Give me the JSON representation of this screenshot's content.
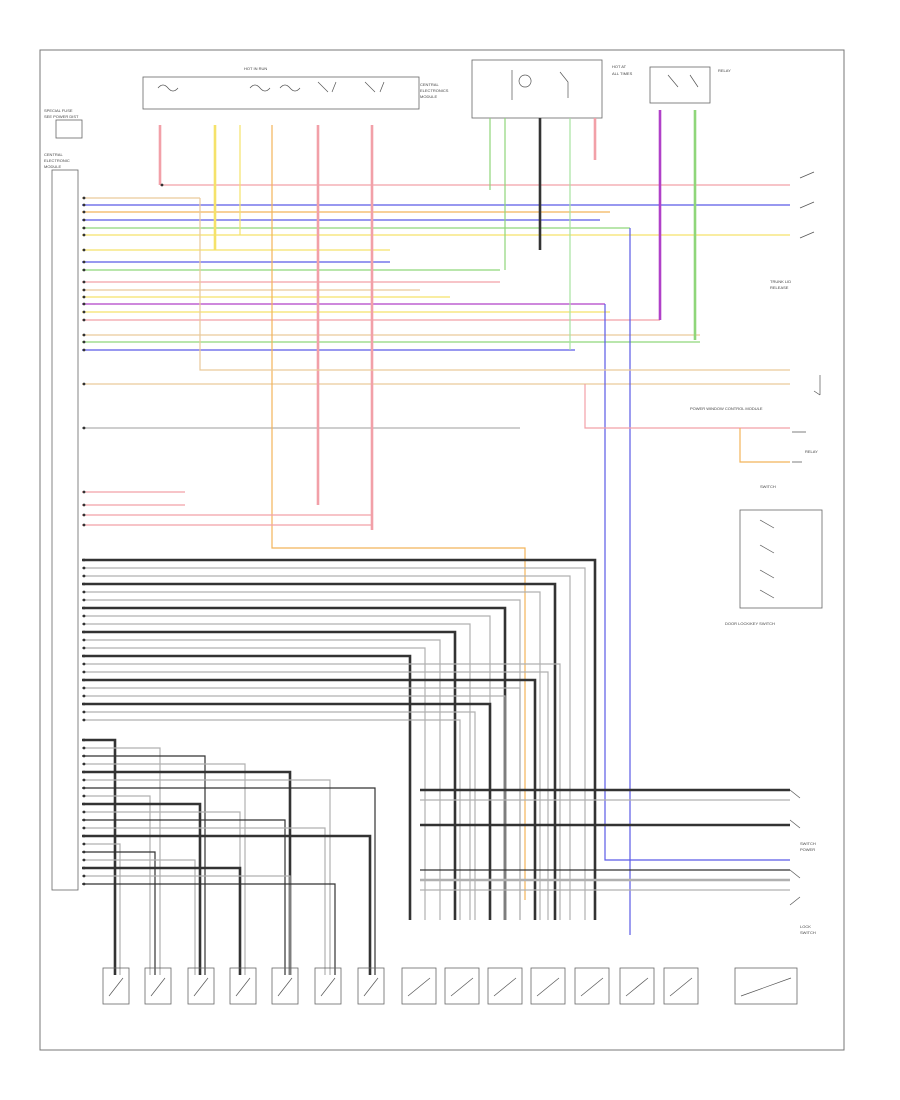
{
  "diagram": {
    "modules": [
      {
        "id": "header_fuse_box",
        "label": "",
        "sublabel": ""
      },
      {
        "id": "hot_at_all_times_box",
        "label": "",
        "sublabel": ""
      },
      {
        "id": "relay_top_right",
        "label": "",
        "sublabel": ""
      },
      {
        "id": "central_module",
        "label": "",
        "sublabel": ""
      }
    ],
    "wire_colors": {
      "red": "#f2a0a8",
      "yellow": "#f5e26a",
      "green": "#8fd67a",
      "blue": "#5a5ae6",
      "purple": "#b040c8",
      "orange": "#f2b45a",
      "tan": "#e9c99a",
      "gray": "#b0b0b0",
      "dark": "#333333",
      "light_green": "#a6e3a0"
    },
    "bottom_components": [
      {
        "id": "c1",
        "label": ""
      },
      {
        "id": "c2",
        "label": ""
      },
      {
        "id": "c3",
        "label": ""
      },
      {
        "id": "c4",
        "label": ""
      },
      {
        "id": "c5",
        "label": ""
      },
      {
        "id": "c6",
        "label": ""
      },
      {
        "id": "c7",
        "label": ""
      },
      {
        "id": "c8",
        "label": ""
      },
      {
        "id": "c9",
        "label": ""
      },
      {
        "id": "c10",
        "label": ""
      },
      {
        "id": "c11",
        "label": ""
      },
      {
        "id": "c12",
        "label": ""
      },
      {
        "id": "c13",
        "label": ""
      },
      {
        "id": "c14",
        "label": ""
      },
      {
        "id": "c15",
        "label": ""
      }
    ],
    "footer_code": ""
  }
}
